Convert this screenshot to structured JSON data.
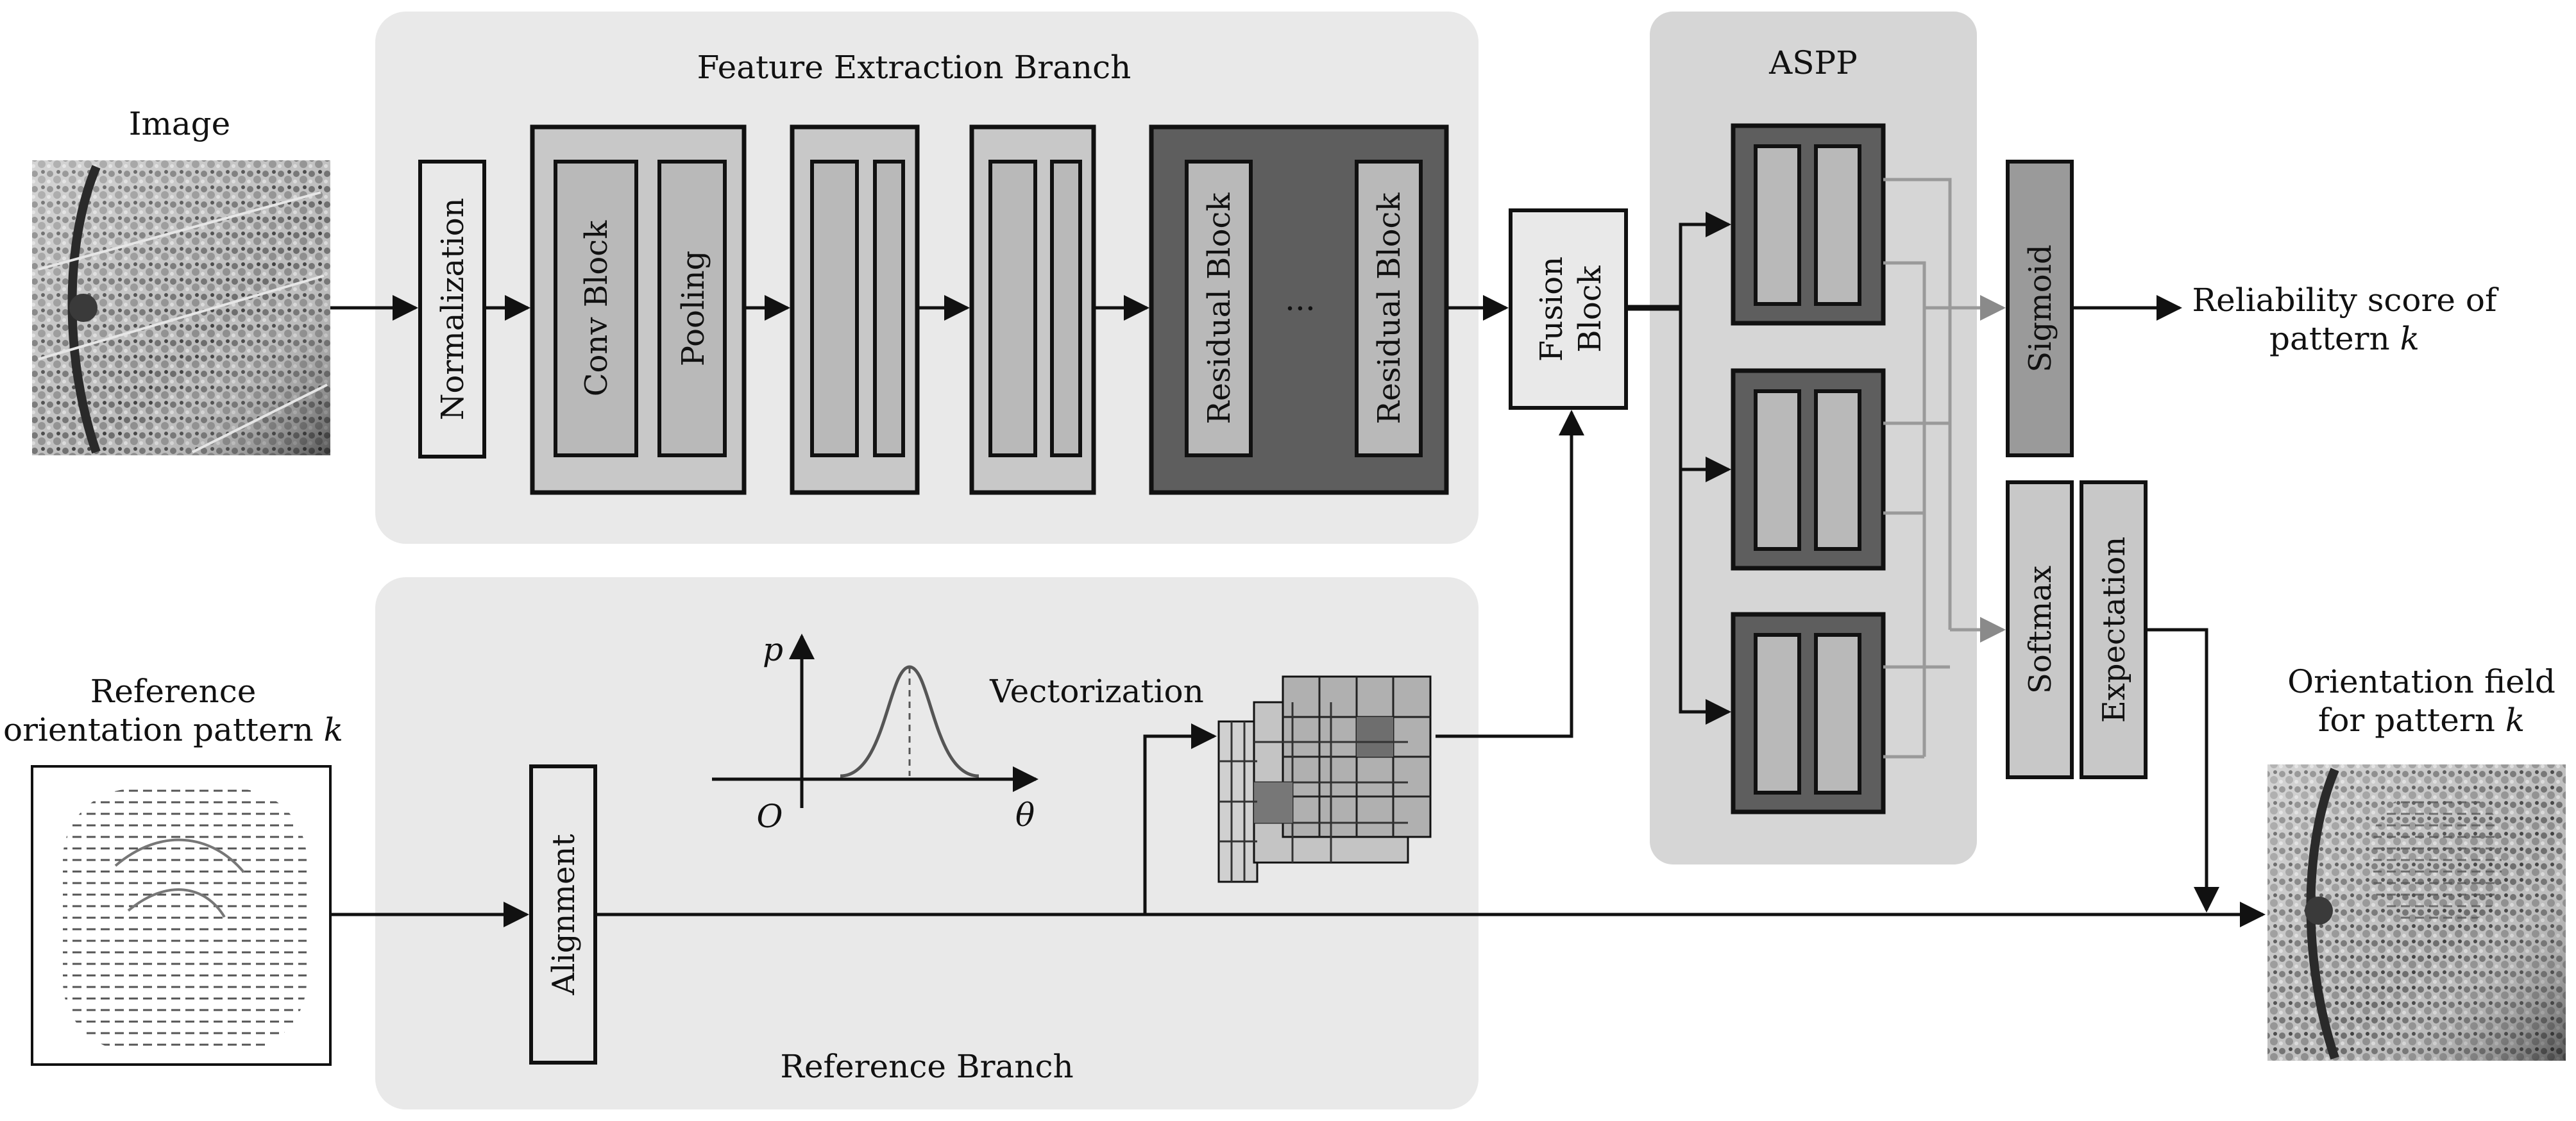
{
  "colors": {
    "panel": "#e9e9e9",
    "panel_aspp": "#d6d6d6",
    "block_light": "#c8c8c8",
    "block_dark": "#5e5e5e",
    "inner": "#b9b9b9",
    "line": "#111111",
    "grey_line": "#9a9a9a"
  },
  "input_image": {
    "label": "Image"
  },
  "reference_pattern": {
    "label_line1": "Reference",
    "label_line2": "orientation pattern",
    "label_var": "k"
  },
  "feature_branch": {
    "title": "Feature Extraction Branch",
    "normalization": "Normalization",
    "conv_block": "Conv Block",
    "pooling": "Pooling",
    "residual_first": "Residual Block",
    "ellipsis": "···",
    "residual_last": "Residual Block"
  },
  "reference_branch": {
    "title": "Reference Branch",
    "alignment": "Alignment",
    "vectorization": "Vectorization",
    "plot": {
      "y_axis": "p",
      "x_axis": "θ",
      "origin": "O"
    }
  },
  "fusion": {
    "line1": "Fusion",
    "line2": "Block"
  },
  "aspp": {
    "title": "ASPP"
  },
  "heads": {
    "sigmoid": "Sigmoid",
    "softmax": "Softmax",
    "expectation": "Expectation"
  },
  "outputs": {
    "reliability_line1": "Reliability score of",
    "reliability_line2": "pattern",
    "reliability_var": "k",
    "orientation_line1": "Orientation field",
    "orientation_line2": "for pattern",
    "orientation_var": "k"
  }
}
